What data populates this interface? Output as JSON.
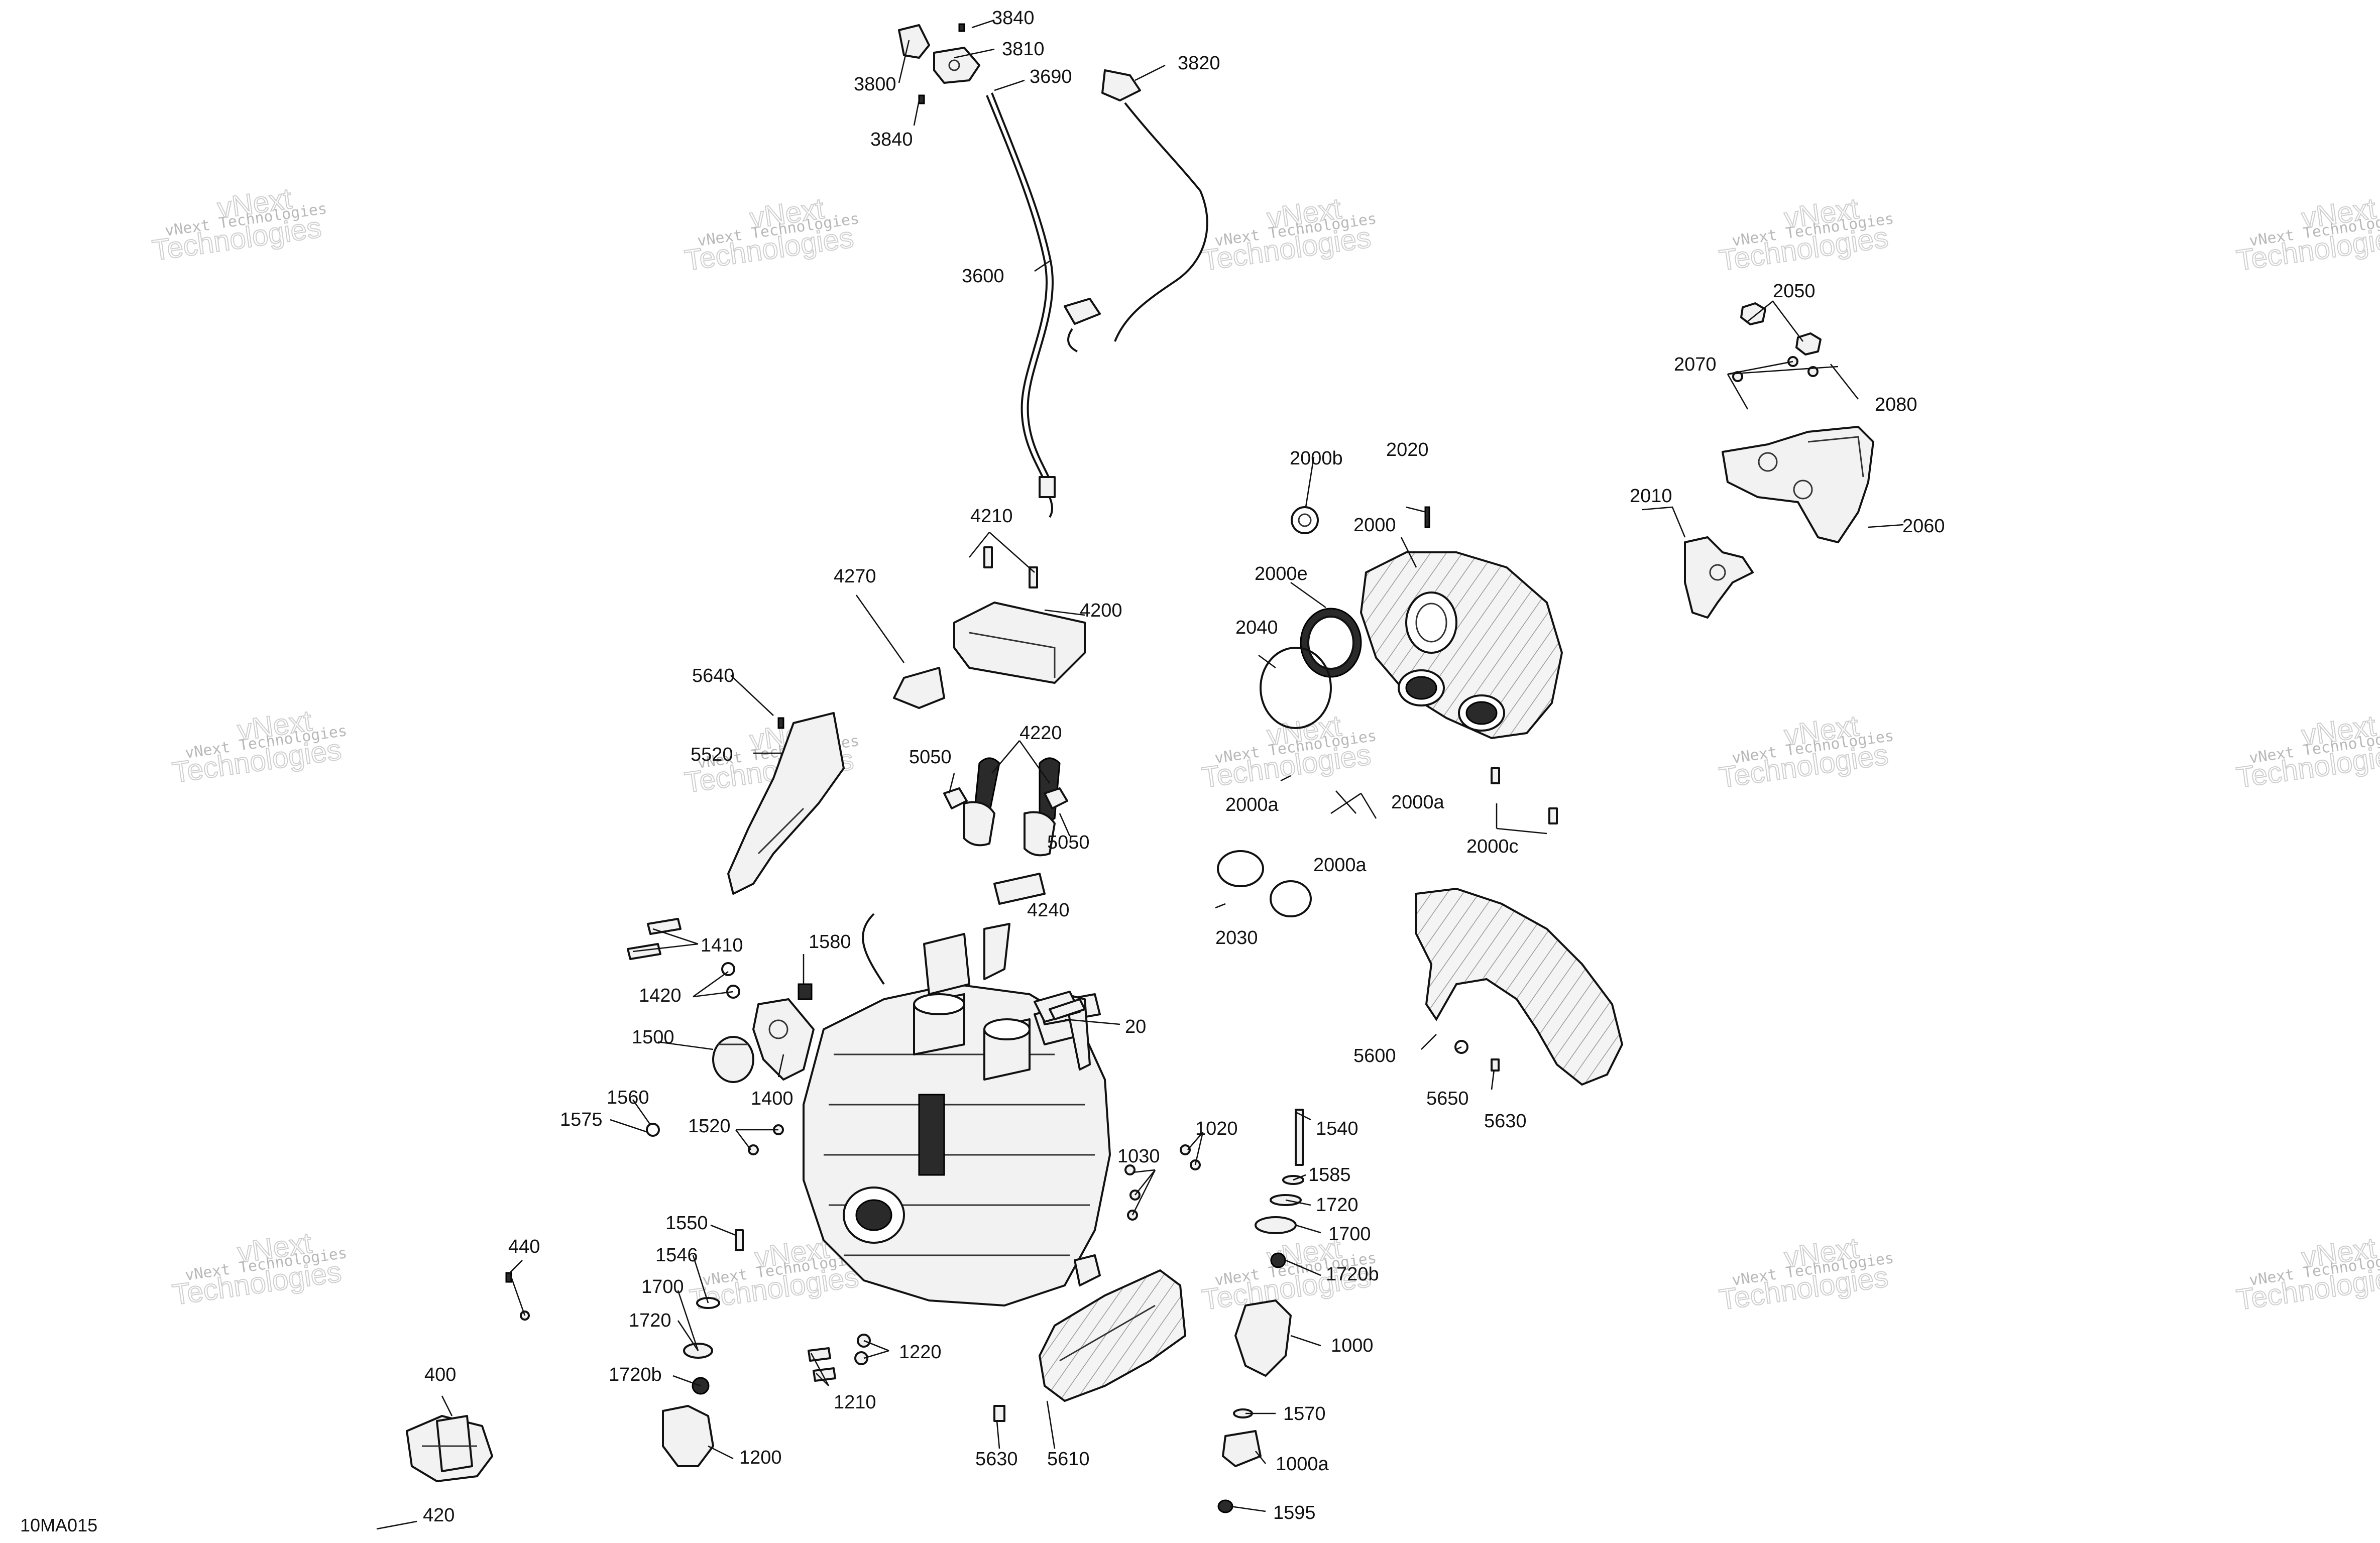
{
  "diagram_code": "10MA015",
  "watermark": {
    "line1": "vNext",
    "line2": "Technologies"
  },
  "callouts": [
    "3840",
    "3810",
    "3800",
    "3690",
    "3820",
    "3840",
    "3600",
    "2050",
    "2070",
    "2080",
    "2000b",
    "2020",
    "2000",
    "2010",
    "2060",
    "4210",
    "4270",
    "4200",
    "2000e",
    "2040",
    "5640",
    "5520",
    "4220",
    "5050",
    "5050",
    "2000a",
    "2000a",
    "2000c",
    "2000a",
    "4240",
    "2030",
    "1410",
    "1580",
    "1420",
    "20",
    "1500",
    "1400",
    "5600",
    "5650",
    "5630",
    "1560",
    "1575",
    "1520",
    "1020",
    "1540",
    "1030",
    "1585",
    "1720",
    "1700",
    "440",
    "1550",
    "1546",
    "1720b",
    "1700",
    "1000",
    "1720",
    "1220",
    "1720b",
    "1210",
    "1570",
    "400",
    "1200",
    "5630",
    "5610",
    "1000a",
    "420",
    "1595"
  ],
  "colors": {
    "line": "#111111",
    "part_fill": "#f2f2f2",
    "dark_fill": "#2a2a2a",
    "watermark": "#c8c8c8"
  }
}
